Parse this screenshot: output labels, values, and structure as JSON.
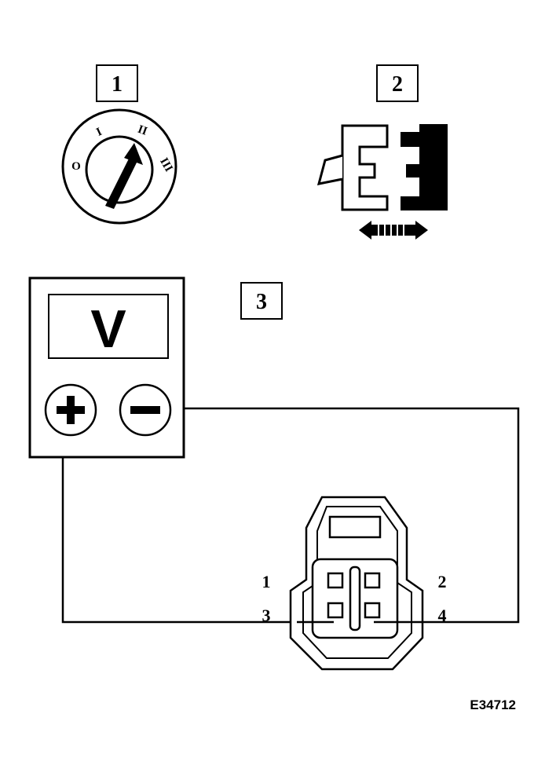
{
  "steps": [
    "1",
    "2",
    "3"
  ],
  "ignition": {
    "positions": [
      "O",
      "I",
      "II",
      "III"
    ]
  },
  "voltmeter": {
    "label": "V",
    "positive_symbol": "+",
    "negative_symbol": "−"
  },
  "connector": {
    "pins": [
      "1",
      "2",
      "3",
      "4"
    ]
  },
  "figure_code": "E34712",
  "colors": {
    "line": "#000000",
    "background": "#ffffff"
  }
}
